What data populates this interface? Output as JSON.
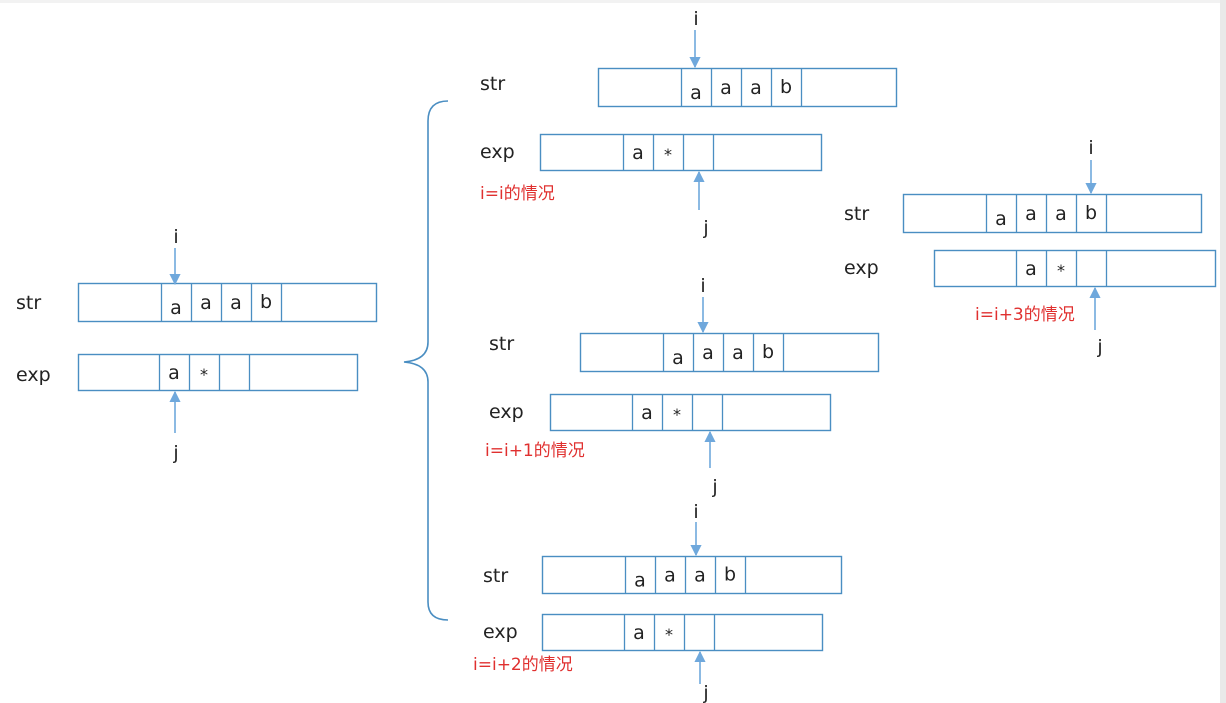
{
  "colors": {
    "box": "#4a8ec2",
    "arrow": "#6fa8dc",
    "text": "#222222",
    "caption": "#e0302f"
  },
  "labels": {
    "str": "str",
    "exp": "exp",
    "i": "i",
    "j": "j"
  },
  "str_cells": [
    "a",
    "a",
    "a",
    "b"
  ],
  "exp_cells": [
    "a",
    "*",
    ""
  ],
  "panels": [
    {
      "id": "initial",
      "caption": ""
    },
    {
      "id": "case-i",
      "caption": "i=i的情况"
    },
    {
      "id": "case-i-plus-1",
      "caption": "i=i+1的情况"
    },
    {
      "id": "case-i-plus-2",
      "caption": "i=i+2的情况"
    },
    {
      "id": "case-i-plus-3",
      "caption": "i=i+3的情况"
    }
  ]
}
